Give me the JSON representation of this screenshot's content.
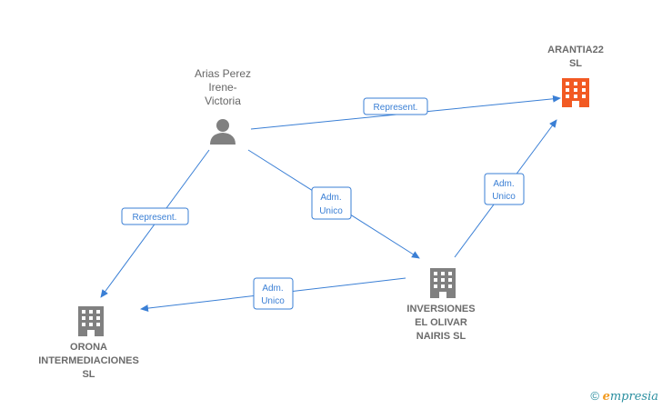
{
  "colors": {
    "edge": "#3a7fd5",
    "company": "#808080",
    "highlight": "#f25a23",
    "person": "#808080",
    "label_text": "#6b6b6b"
  },
  "nodes": {
    "person": {
      "lines": [
        "Arias Perez",
        "Irene-",
        "Victoria"
      ],
      "icon": "person-icon"
    },
    "arantia": {
      "lines": [
        "ARANTIA22",
        "SL"
      ],
      "icon": "building-icon",
      "highlighted": true
    },
    "inversiones": {
      "lines": [
        "INVERSIONES",
        "EL OLIVAR",
        "NAIRIS  SL"
      ],
      "icon": "building-icon"
    },
    "orona": {
      "lines": [
        "ORONA",
        "INTERMEDIACIONES",
        "SL"
      ],
      "icon": "building-icon"
    }
  },
  "edges": {
    "person_arantia": {
      "lines": [
        "Represent."
      ]
    },
    "person_orona": {
      "lines": [
        "Represent."
      ]
    },
    "person_inversiones": {
      "lines": [
        "Adm.",
        "Unico"
      ]
    },
    "inversiones_arantia": {
      "lines": [
        "Adm.",
        "Unico"
      ]
    },
    "inversiones_orona": {
      "lines": [
        "Adm.",
        "Unico"
      ]
    }
  },
  "brand": {
    "copyright": "©",
    "e": "e",
    "rest": "mpresia"
  }
}
